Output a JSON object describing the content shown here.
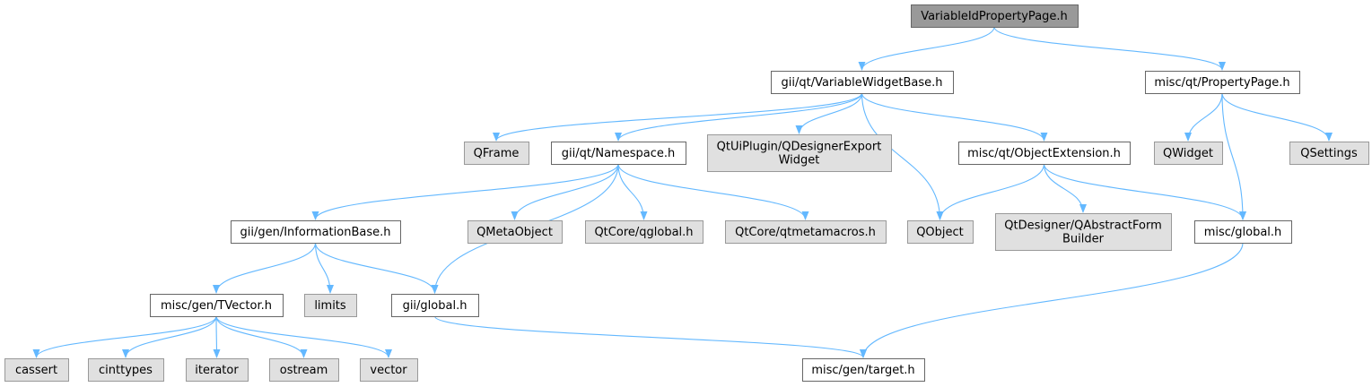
{
  "colors": {
    "edge": "#63b8ff",
    "root_fill": "#999999",
    "file_fill": "#ffffff",
    "system_fill": "#e0e0e0",
    "file_border": "#666666",
    "system_border": "#999999"
  },
  "nodes": [
    {
      "id": "root",
      "kind": "root",
      "lines": [
        "VariableIdPropertyPage.h"
      ]
    },
    {
      "id": "variablewidgetbase",
      "kind": "file",
      "lines": [
        "gii/qt/VariableWidgetBase.h"
      ]
    },
    {
      "id": "propertypage",
      "kind": "file",
      "lines": [
        "misc/qt/PropertyPage.h"
      ]
    },
    {
      "id": "qframe",
      "kind": "system",
      "lines": [
        "QFrame"
      ]
    },
    {
      "id": "namespace",
      "kind": "file",
      "lines": [
        "gii/qt/Namespace.h"
      ]
    },
    {
      "id": "qdesignerexport",
      "kind": "system",
      "lines": [
        "QtUiPlugin/QDesignerExport",
        "Widget"
      ]
    },
    {
      "id": "objectextension",
      "kind": "file",
      "lines": [
        "misc/qt/ObjectExtension.h"
      ]
    },
    {
      "id": "qwidget",
      "kind": "system",
      "lines": [
        "QWidget"
      ]
    },
    {
      "id": "qsettings",
      "kind": "system",
      "lines": [
        "QSettings"
      ]
    },
    {
      "id": "informationbase",
      "kind": "file",
      "lines": [
        "gii/gen/InformationBase.h"
      ]
    },
    {
      "id": "qmetaobject",
      "kind": "system",
      "lines": [
        "QMetaObject"
      ]
    },
    {
      "id": "qglobal",
      "kind": "system",
      "lines": [
        "QtCore/qglobal.h"
      ]
    },
    {
      "id": "qtmetamacros",
      "kind": "system",
      "lines": [
        "QtCore/qtmetamacros.h"
      ]
    },
    {
      "id": "qobject",
      "kind": "system",
      "lines": [
        "QObject"
      ]
    },
    {
      "id": "qabstractformbuilder",
      "kind": "system",
      "lines": [
        "QtDesigner/QAbstractForm",
        "Builder"
      ]
    },
    {
      "id": "miscglobal",
      "kind": "file",
      "lines": [
        "misc/global.h"
      ]
    },
    {
      "id": "tvector",
      "kind": "file",
      "lines": [
        "misc/gen/TVector.h"
      ]
    },
    {
      "id": "limits",
      "kind": "system",
      "lines": [
        "limits"
      ]
    },
    {
      "id": "giiglobal",
      "kind": "file",
      "lines": [
        "gii/global.h"
      ]
    },
    {
      "id": "cassert",
      "kind": "system",
      "lines": [
        "cassert"
      ]
    },
    {
      "id": "cinttypes",
      "kind": "system",
      "lines": [
        "cinttypes"
      ]
    },
    {
      "id": "iterator",
      "kind": "system",
      "lines": [
        "iterator"
      ]
    },
    {
      "id": "ostream",
      "kind": "system",
      "lines": [
        "ostream"
      ]
    },
    {
      "id": "vector",
      "kind": "system",
      "lines": [
        "vector"
      ]
    },
    {
      "id": "target",
      "kind": "file",
      "lines": [
        "misc/gen/target.h"
      ]
    }
  ],
  "edges": [
    [
      "root",
      "variablewidgetbase"
    ],
    [
      "root",
      "propertypage"
    ],
    [
      "variablewidgetbase",
      "qframe"
    ],
    [
      "variablewidgetbase",
      "namespace"
    ],
    [
      "variablewidgetbase",
      "qdesignerexport"
    ],
    [
      "variablewidgetbase",
      "qobject"
    ],
    [
      "variablewidgetbase",
      "objectextension"
    ],
    [
      "propertypage",
      "qwidget"
    ],
    [
      "propertypage",
      "miscglobal"
    ],
    [
      "propertypage",
      "qsettings"
    ],
    [
      "namespace",
      "informationbase"
    ],
    [
      "namespace",
      "giiglobal"
    ],
    [
      "namespace",
      "qmetaobject"
    ],
    [
      "namespace",
      "qglobal"
    ],
    [
      "namespace",
      "qtmetamacros"
    ],
    [
      "objectextension",
      "qobject"
    ],
    [
      "objectextension",
      "qabstractformbuilder"
    ],
    [
      "objectextension",
      "miscglobal"
    ],
    [
      "informationbase",
      "tvector"
    ],
    [
      "informationbase",
      "limits"
    ],
    [
      "informationbase",
      "giiglobal"
    ],
    [
      "tvector",
      "cassert"
    ],
    [
      "tvector",
      "cinttypes"
    ],
    [
      "tvector",
      "iterator"
    ],
    [
      "tvector",
      "ostream"
    ],
    [
      "tvector",
      "vector"
    ],
    [
      "giiglobal",
      "target"
    ],
    [
      "miscglobal",
      "target"
    ]
  ]
}
